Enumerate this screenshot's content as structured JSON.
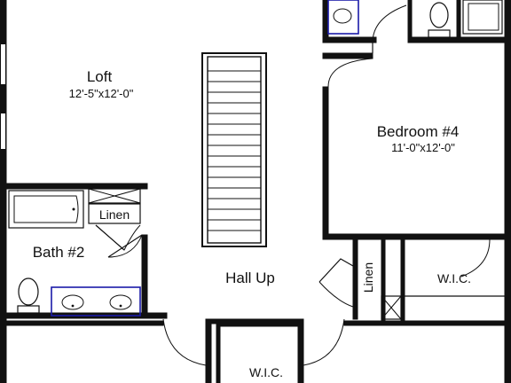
{
  "rooms": {
    "loft": {
      "name": "Loft",
      "dimensions": "12'-5\"x12'-0\""
    },
    "bedroom4": {
      "name": "Bedroom #4",
      "dimensions": "11'-0\"x12'-0\""
    },
    "bath2": {
      "name": "Bath #2"
    },
    "hall": {
      "name": "Hall Up"
    },
    "linen_bath": {
      "name": "Linen"
    },
    "linen_hall": {
      "name": "Linen"
    },
    "wic_bedroom": {
      "name": "W.I.C."
    },
    "wic_bottom": {
      "name": "W.I.C."
    }
  }
}
